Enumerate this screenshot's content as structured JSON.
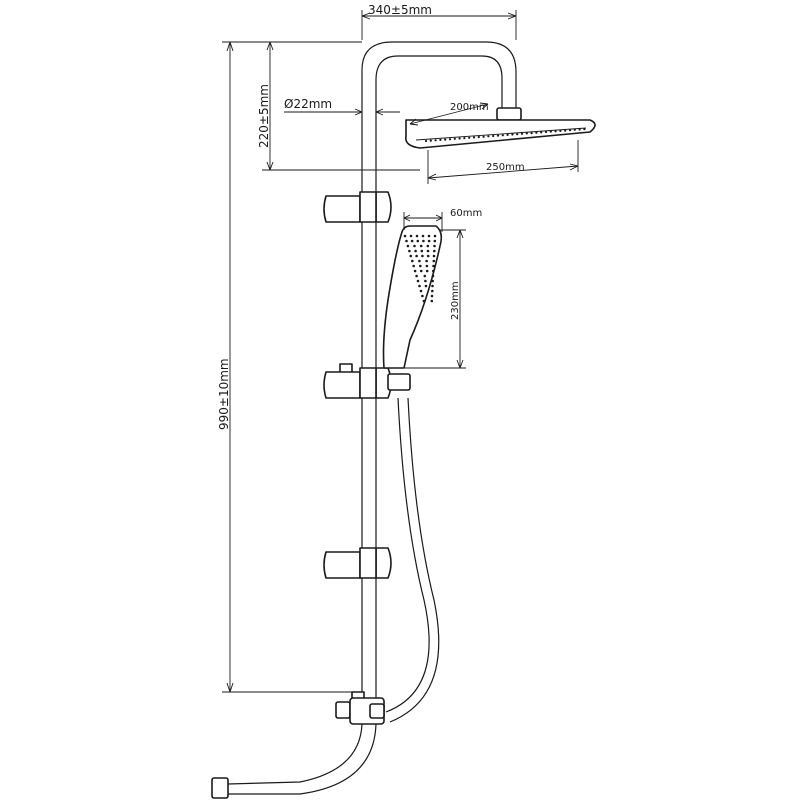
{
  "dimensions": {
    "arm_width": "340±5mm",
    "arm_height": "220±5mm",
    "pipe_diameter": "Ø22mm",
    "head_inner": "200mm",
    "head_outer": "250mm",
    "hand_width": "60mm",
    "hand_length": "230mm",
    "total_height": "990±10mm"
  },
  "colors": {
    "line": "#1a1a1a",
    "background": "#ffffff"
  }
}
